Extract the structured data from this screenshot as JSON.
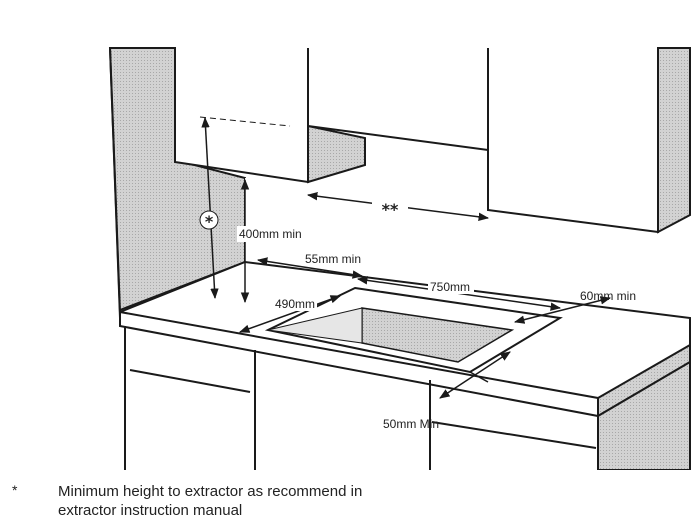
{
  "labels": {
    "star_single": "*",
    "star_double": "**",
    "height_400": "400mm min",
    "gap_55": "55mm min",
    "width_750": "750mm",
    "side_60": "60mm min",
    "depth_490": "490mm",
    "front_50": "50mm Min"
  },
  "footnote": {
    "mark": "*",
    "line1": "Minimum height to extractor as recommend in",
    "line2": "extractor instruction manual"
  },
  "colors": {
    "wall_shade": "#c8c8c8",
    "line": "#1a1a1a",
    "cutout_dark": "#b5b5b5"
  }
}
